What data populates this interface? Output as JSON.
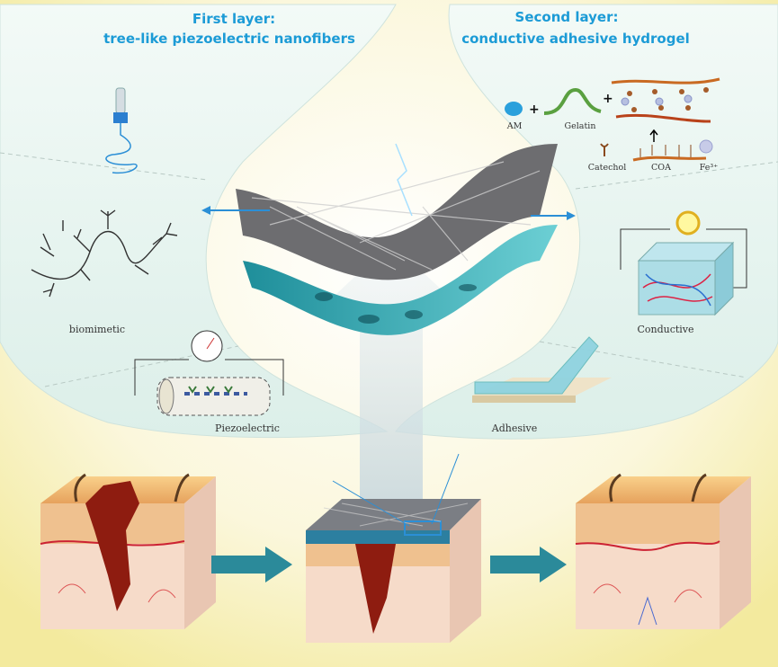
{
  "first_layer": {
    "title": "First layer:",
    "subtitle": "tree-like piezoelectric nanofibers"
  },
  "second_layer": {
    "title": "Second layer:",
    "subtitle": "conductive adhesive hydrogel"
  },
  "left_panels": {
    "biomimetic": "biomimetic",
    "piezoelectric": "Piezoelectric"
  },
  "right_panels": {
    "adhesive": "Adhesive",
    "conductive": "Conductive"
  },
  "synthesis": {
    "am": "AM",
    "gelatin": "Gelatin",
    "catechol": "Catechol",
    "coa": "COA",
    "fe": "Fe³⁺",
    "plus": "+"
  },
  "colors": {
    "accent": "#1c9bd6",
    "lobe": "#e4f3ef",
    "background": "#fbf6d8",
    "blood": "#8e1c10"
  }
}
